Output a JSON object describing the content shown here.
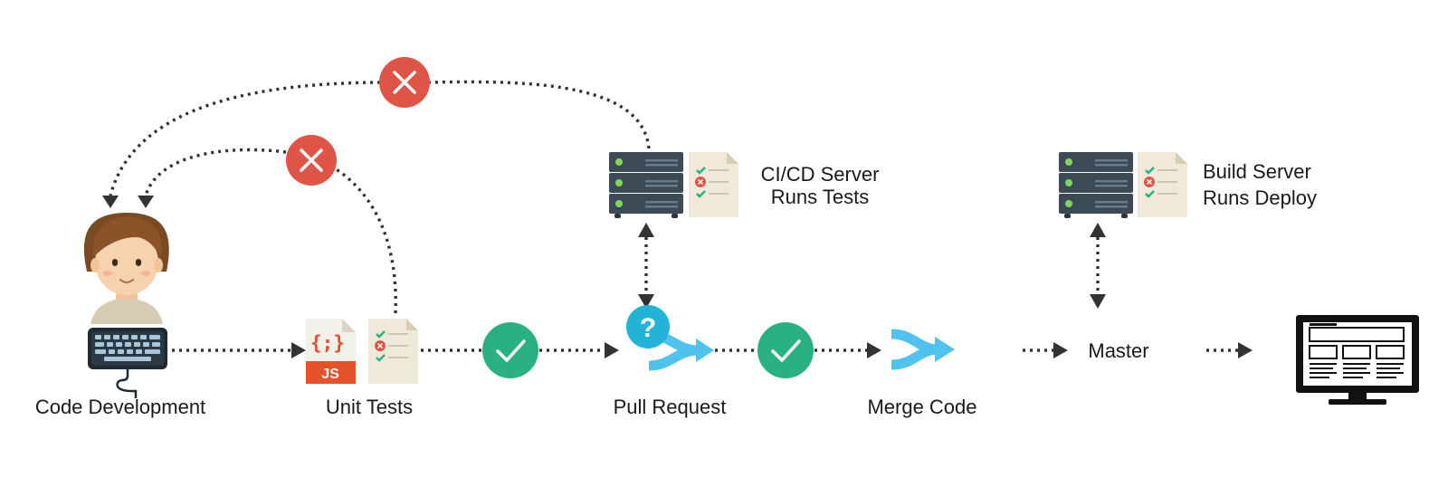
{
  "labels": {
    "code_development": "Code Development",
    "unit_tests": "Unit Tests",
    "pull_request": "Pull Request",
    "merge_code": "Merge Code",
    "master": "Master",
    "ci_cd_line1": "CI/CD Server",
    "ci_cd_line2": "Runs Tests",
    "build_line1": "Build Server",
    "build_line2": "Runs Deploy",
    "js_badge": "JS",
    "js_braces": "{;}",
    "question_mark": "?"
  },
  "colors": {
    "fail_red": "#de5547",
    "pass_green": "#2bb085",
    "merge_blue": "#4fc3ee",
    "question_blue": "#23b3d6",
    "server_dark": "#3b4a55",
    "server_led": "#7ed957",
    "doc_paper": "#efe9d9",
    "js_orange": "#e4512a",
    "connector": "#333333"
  },
  "icons": {
    "developer": "developer-icon",
    "keyboard": "keyboard-icon",
    "js_file": "js-file-icon",
    "test_report": "test-report-icon",
    "server": "server-icon",
    "fail": "fail-x-icon",
    "pass": "pass-check-icon",
    "merge": "merge-arrow-icon",
    "question": "question-icon",
    "monitor": "monitor-icon"
  }
}
